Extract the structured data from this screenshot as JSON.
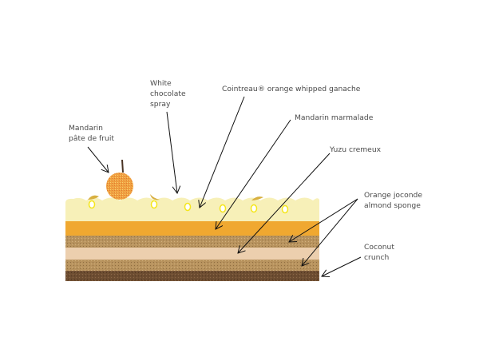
{
  "labels": {
    "pate_de_fruit": [
      "Mandarin",
      "pâte de fruit"
    ],
    "white_chocolate_spray": [
      "White",
      "chocolate",
      "spray"
    ],
    "ganache": "Cointreau® orange whipped ganache",
    "marmalade": "Mandarin marmalade",
    "yuzu": "Yuzu cremeux",
    "joconde": [
      "Orange joconde",
      "almond sponge"
    ],
    "coconut": [
      "Coconut",
      "crunch"
    ]
  },
  "colors": {
    "ganache": "#f7f0b8",
    "marmalade": "#f0a830",
    "joconde": "#b8935e",
    "yuzu": "#eccfae",
    "crunch": "#6e4e32",
    "fruit": "#f0a040",
    "yellow_drop": "#f5e61a"
  }
}
